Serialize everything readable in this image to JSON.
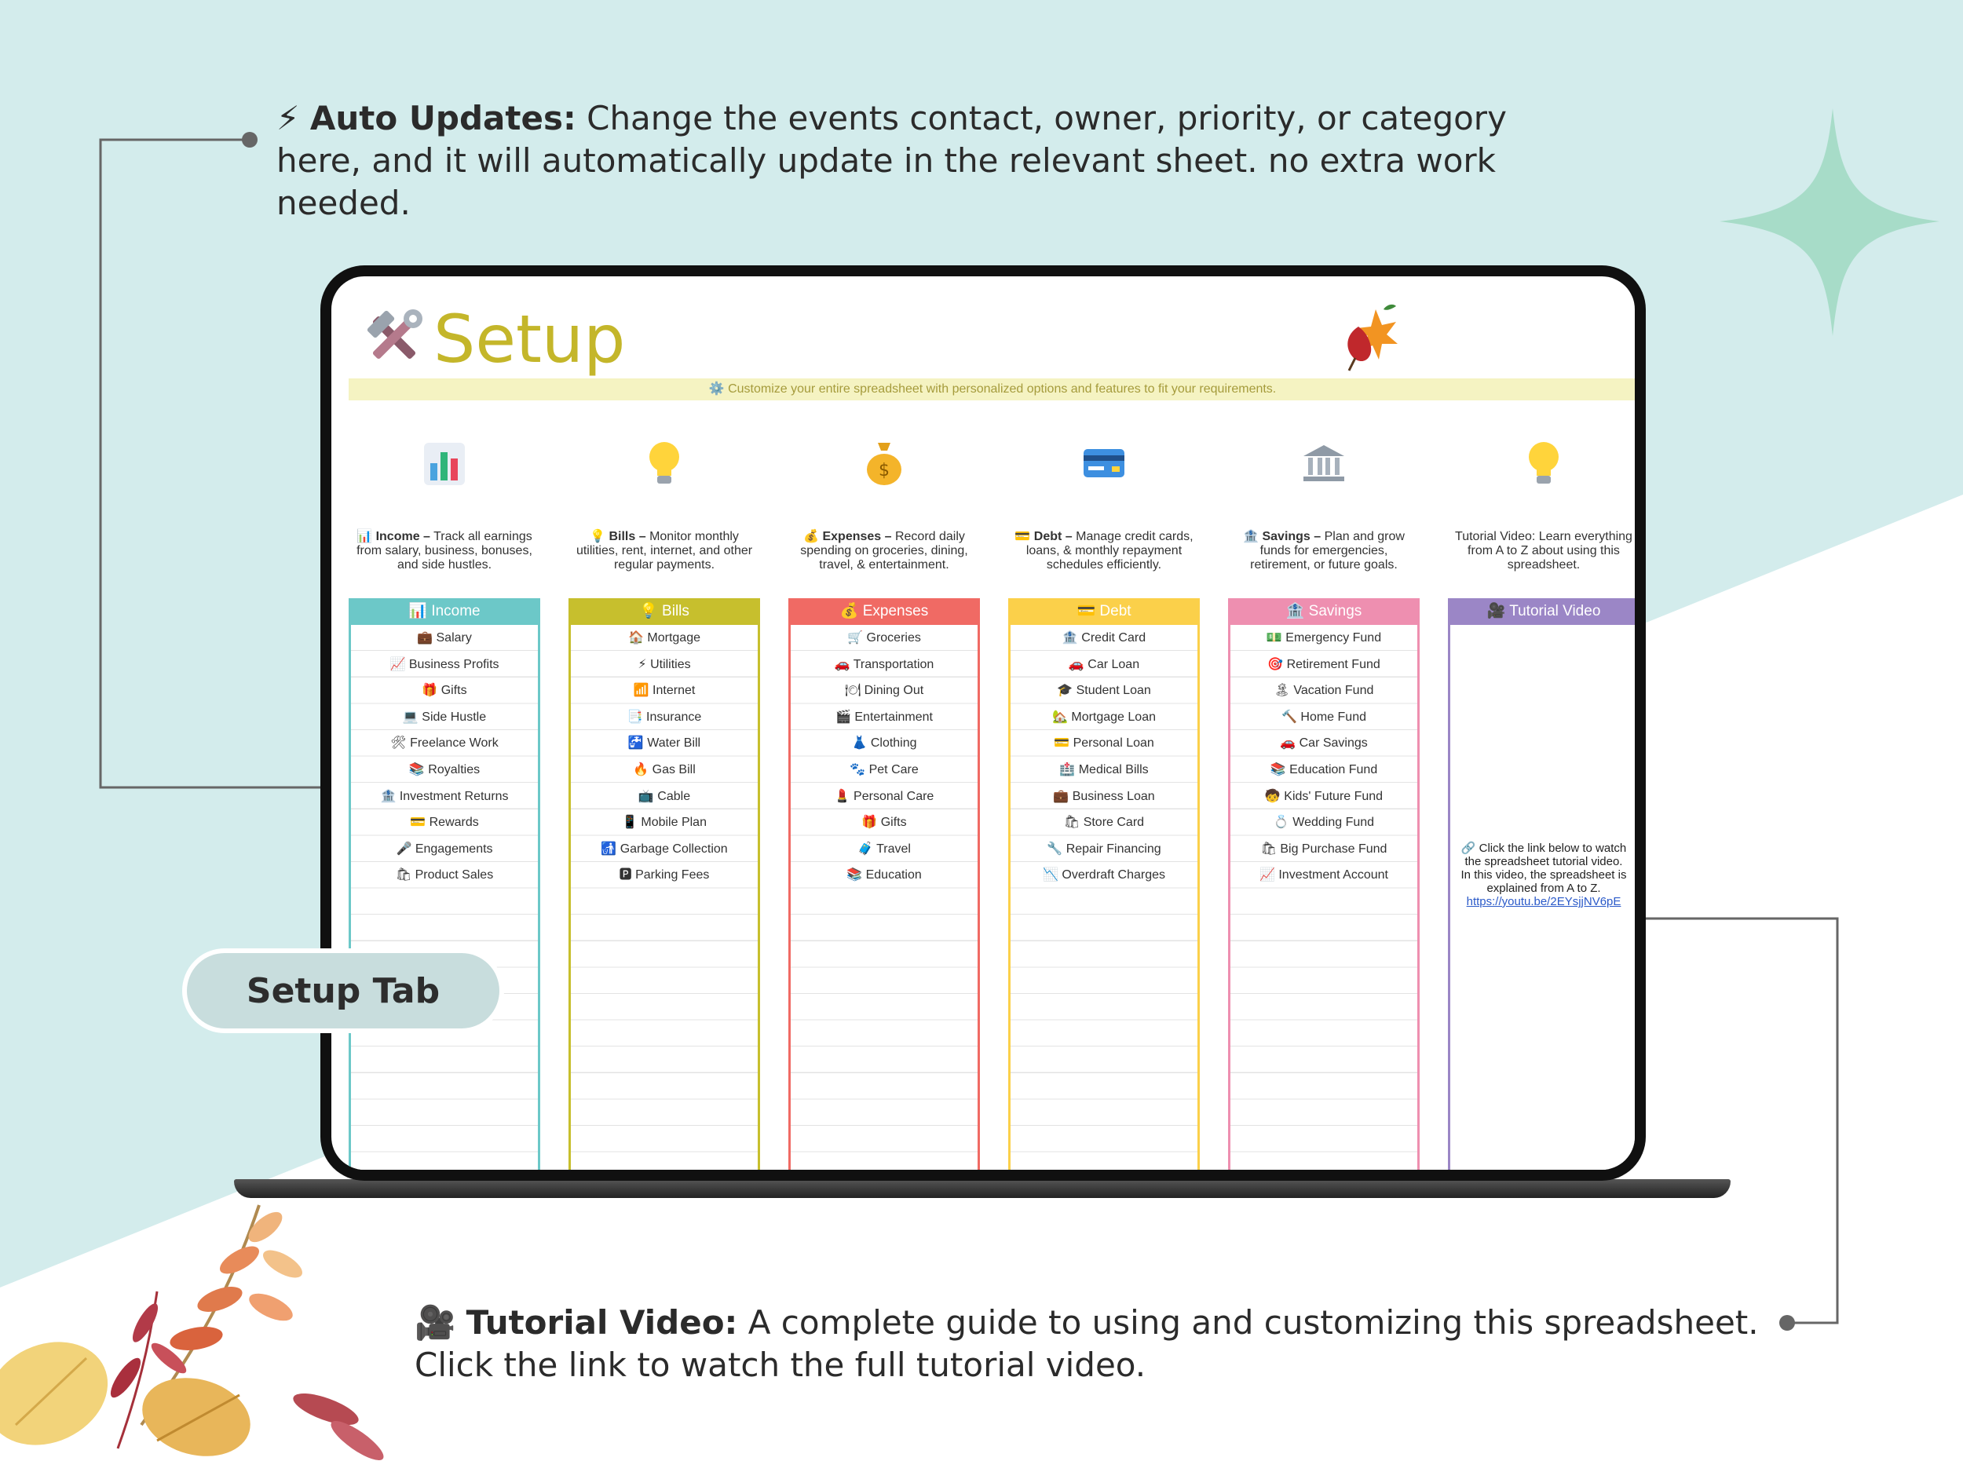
{
  "annotations": {
    "auto_updates": {
      "icon": "⚡",
      "title": "Auto Updates:",
      "text": " Change the events contact, owner, priority, or category here, and it will automatically update in the relevant sheet. no extra work needed."
    },
    "tutorial_video": {
      "icon": "🎥",
      "title": "Tutorial Video:",
      "text": " A complete guide to using and customizing this spreadsheet. Click the link to watch the full tutorial video."
    },
    "setup_tab_label": "Setup Tab"
  },
  "sheet": {
    "title": "Setup",
    "title_icon": "tools-icon",
    "banner": "⚙️ Customize your entire spreadsheet with personalized options and features to fit your requirements.",
    "colors": {
      "income": "#6cc8c8",
      "bills": "#c7bf2d",
      "expenses": "#f06a64",
      "debt": "#fbd04a",
      "savings": "#ee8fb0",
      "tutorial": "#9b86c6"
    },
    "columns": [
      {
        "key": "income",
        "icon": "bar-chart-icon",
        "desc_icon": "📊",
        "desc_bold": "Income –",
        "desc": " Track all earnings from salary, business, bonuses, and side hustles.",
        "header_icon": "📊",
        "header": "Income",
        "items": [
          {
            "icon": "💼",
            "label": "Salary"
          },
          {
            "icon": "📈",
            "label": "Business Profits"
          },
          {
            "icon": "🎁",
            "label": "Gifts"
          },
          {
            "icon": "💻",
            "label": "Side Hustle"
          },
          {
            "icon": "🛠",
            "label": "Freelance Work"
          },
          {
            "icon": "📚",
            "label": "Royalties"
          },
          {
            "icon": "🏦",
            "label": "Investment Returns"
          },
          {
            "icon": "💳",
            "label": "Rewards"
          },
          {
            "icon": "🎤",
            "label": "Engagements"
          },
          {
            "icon": "🛍",
            "label": "Product Sales"
          }
        ]
      },
      {
        "key": "bills",
        "icon": "light-bulb-icon",
        "desc_icon": "💡",
        "desc_bold": "Bills –",
        "desc": " Monitor monthly utilities, rent, internet, and other regular payments.",
        "header_icon": "💡",
        "header": "Bills",
        "items": [
          {
            "icon": "🏠",
            "label": "Mortgage"
          },
          {
            "icon": "⚡",
            "label": "Utilities"
          },
          {
            "icon": "📶",
            "label": "Internet"
          },
          {
            "icon": "📑",
            "label": "Insurance"
          },
          {
            "icon": "🚰",
            "label": "Water Bill"
          },
          {
            "icon": "🔥",
            "label": "Gas Bill"
          },
          {
            "icon": "📺",
            "label": "Cable"
          },
          {
            "icon": "📱",
            "label": "Mobile Plan"
          },
          {
            "icon": "🚮",
            "label": "Garbage Collection"
          },
          {
            "icon": "🅿",
            "label": "Parking Fees"
          }
        ]
      },
      {
        "key": "expenses",
        "icon": "money-bag-icon",
        "desc_icon": "💰",
        "desc_bold": "Expenses –",
        "desc": " Record daily spending on groceries, dining, travel, & entertainment.",
        "header_icon": "💰",
        "header": "Expenses",
        "items": [
          {
            "icon": "🛒",
            "label": "Groceries"
          },
          {
            "icon": "🚗",
            "label": "Transportation"
          },
          {
            "icon": "🍽",
            "label": "Dining Out"
          },
          {
            "icon": "🎬",
            "label": "Entertainment"
          },
          {
            "icon": "👗",
            "label": "Clothing"
          },
          {
            "icon": "🐾",
            "label": "Pet Care"
          },
          {
            "icon": "💄",
            "label": "Personal Care"
          },
          {
            "icon": "🎁",
            "label": "Gifts"
          },
          {
            "icon": "🧳",
            "label": "Travel"
          },
          {
            "icon": "📚",
            "label": "Education"
          }
        ]
      },
      {
        "key": "debt",
        "icon": "credit-card-icon",
        "desc_icon": "💳",
        "desc_bold": "Debt –",
        "desc": " Manage credit cards, loans, & monthly repayment schedules efficiently.",
        "header_icon": "💳",
        "header": "Debt",
        "items": [
          {
            "icon": "🏦",
            "label": "Credit Card"
          },
          {
            "icon": "🚗",
            "label": "Car Loan"
          },
          {
            "icon": "🎓",
            "label": "Student Loan"
          },
          {
            "icon": "🏡",
            "label": "Mortgage Loan"
          },
          {
            "icon": "💳",
            "label": "Personal Loan"
          },
          {
            "icon": "🏥",
            "label": "Medical Bills"
          },
          {
            "icon": "💼",
            "label": "Business Loan"
          },
          {
            "icon": "🛍",
            "label": "Store Card"
          },
          {
            "icon": "🔧",
            "label": "Repair Financing"
          },
          {
            "icon": "📉",
            "label": "Overdraft Charges"
          }
        ]
      },
      {
        "key": "savings",
        "icon": "bank-icon",
        "desc_icon": "🏦",
        "desc_bold": "Savings –",
        "desc": " Plan and grow funds for emergencies, retirement, or future goals.",
        "header_icon": "🏦",
        "header": "Savings",
        "items": [
          {
            "icon": "💵",
            "label": "Emergency Fund"
          },
          {
            "icon": "🎯",
            "label": "Retirement Fund"
          },
          {
            "icon": "🏝",
            "label": "Vacation Fund"
          },
          {
            "icon": "🔨",
            "label": "Home Fund"
          },
          {
            "icon": "🚗",
            "label": "Car Savings"
          },
          {
            "icon": "📚",
            "label": "Education Fund"
          },
          {
            "icon": "🧒",
            "label": "Kids' Future Fund"
          },
          {
            "icon": "💍",
            "label": "Wedding Fund"
          },
          {
            "icon": "🛍",
            "label": "Big Purchase Fund"
          },
          {
            "icon": "📈",
            "label": "Investment Account"
          }
        ]
      },
      {
        "key": "tutorial",
        "icon": "light-bulb-icon",
        "desc_icon": "",
        "desc_bold": "",
        "desc": "Tutorial Video: Learn everything from A to Z about using this spreadsheet.",
        "header_icon": "🎥",
        "header": "Tutorial Video",
        "items": [],
        "body": [
          "🔗 Click the link below to watch the spreadsheet tutorial video.",
          "In this video, the spreadsheet is explained from A to Z."
        ],
        "link": "https://youtu.be/2EYsjjNV6pE"
      }
    ]
  }
}
